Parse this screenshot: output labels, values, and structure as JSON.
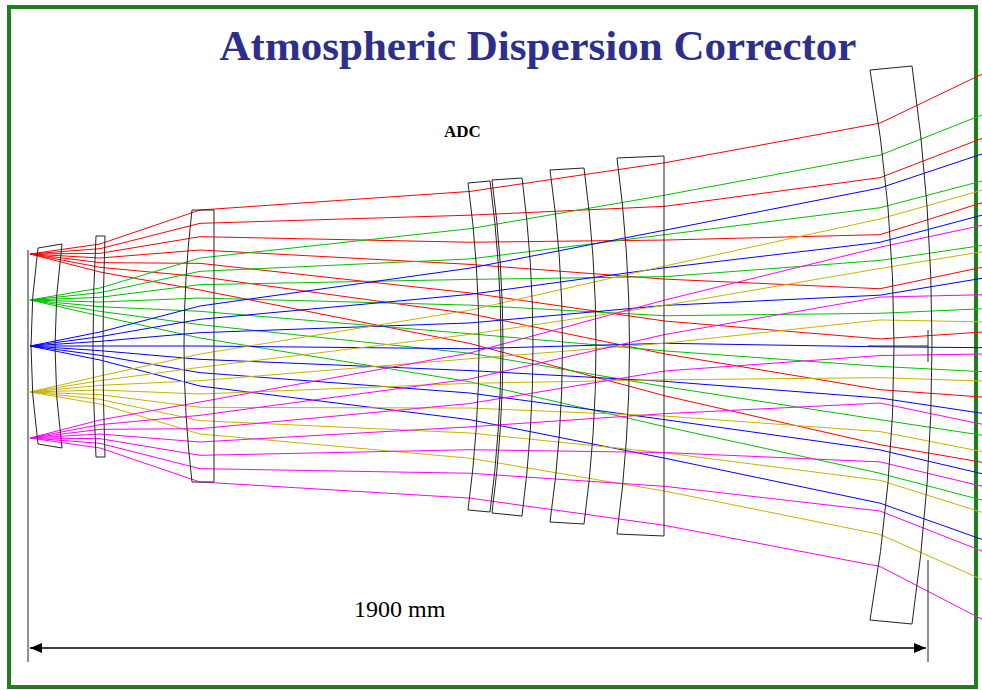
{
  "diagram": {
    "title": "Atmospheric Dispersion Corrector",
    "labels": [
      "ADC",
      "1900 mm"
    ]
  }
}
